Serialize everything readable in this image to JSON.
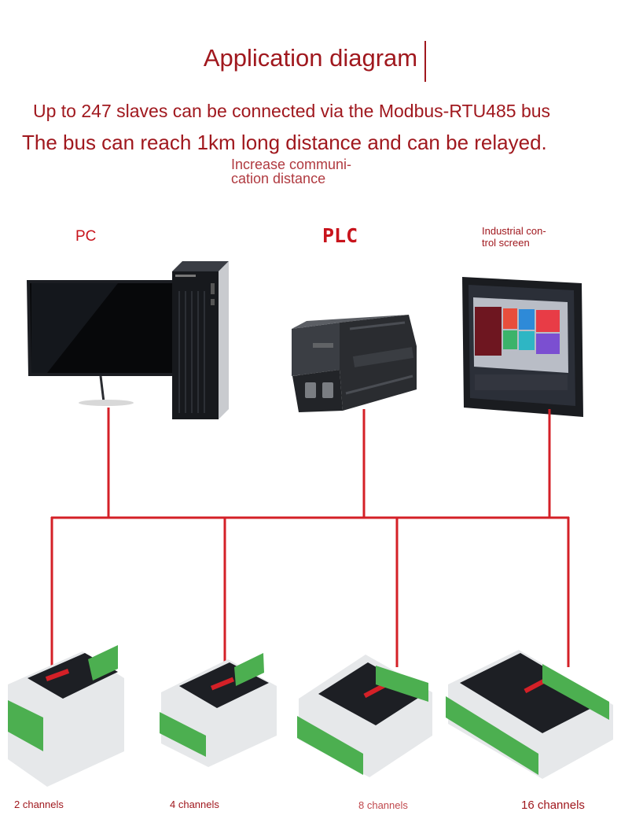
{
  "title": "Application diagram",
  "subtitle1": "Up to 247 slaves can be connected via the Modbus-RTU485 bus",
  "subtitle2": "The bus can reach 1km long distance and can be relayed.",
  "note": "Increase communi-\ncation distance",
  "masters": {
    "pc": "PC",
    "plc": "PLC",
    "screen": "Industrial con-\ntrol screen"
  },
  "slaves": [
    {
      "label": "2 channels"
    },
    {
      "label": "4 channels"
    },
    {
      "label": "8 channels"
    },
    {
      "label": "16 channels"
    }
  ],
  "colors": {
    "bus": "#d42027",
    "text": "#a0181e"
  }
}
